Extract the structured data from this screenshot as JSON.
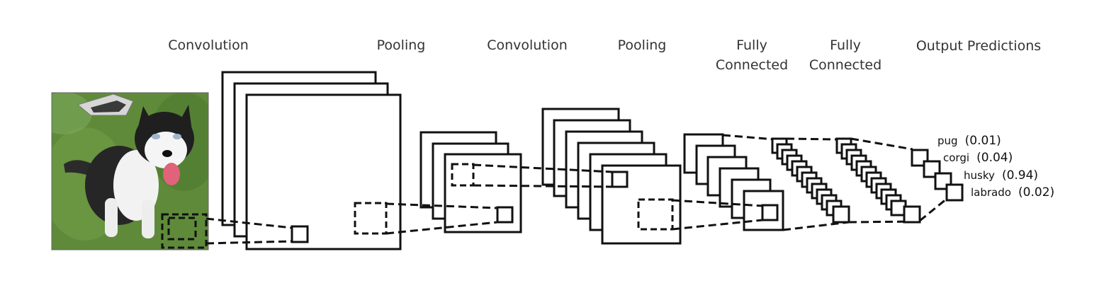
{
  "stages": [
    {
      "id": "conv1",
      "label": "Convolution"
    },
    {
      "id": "pool1",
      "label": "Pooling"
    },
    {
      "id": "conv2",
      "label": "Convolution"
    },
    {
      "id": "pool2",
      "label": "Pooling"
    },
    {
      "id": "fc1",
      "label_lines": [
        "Fully",
        "Connected"
      ]
    },
    {
      "id": "fc2",
      "label_lines": [
        "Fully",
        "Connected"
      ]
    },
    {
      "id": "output",
      "label": "Output Predictions"
    }
  ],
  "predictions": [
    {
      "label": "pug",
      "score": "(0.01)"
    },
    {
      "label": "corgi",
      "score": "(0.04)"
    },
    {
      "label": "husky",
      "score": "(0.94)"
    },
    {
      "label": "labrado",
      "score": "(0.02)"
    }
  ],
  "input_image": {
    "subject": "husky-dog-photo"
  },
  "colors": {
    "stroke": "#111111",
    "label": "#333333",
    "grass": "#5f8a3a"
  }
}
